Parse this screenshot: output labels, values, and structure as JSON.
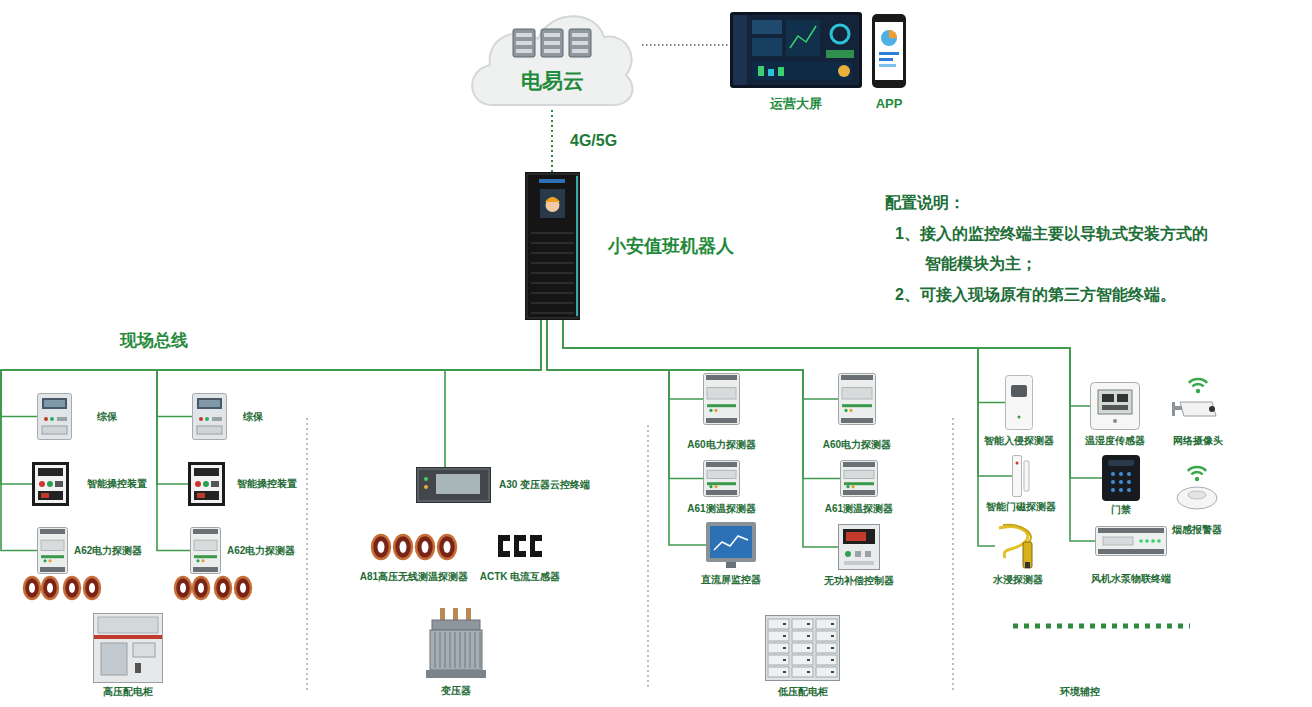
{
  "diagram": {
    "nodes": [
      {
        "text": [
          "电易云"
        ]
      },
      {
        "text": [
          "运营大屏"
        ]
      },
      {
        "text": [
          "APP"
        ]
      },
      {
        "text": [
          "小安值班机器人"
        ]
      },
      {
        "text": [
          "综保"
        ]
      },
      {
        "text": [
          "智能操控装置"
        ]
      },
      {
        "text": [
          "A62电力探测器"
        ]
      },
      {
        "text": [
          "综保"
        ]
      },
      {
        "text": [
          "智能操控装置"
        ]
      },
      {
        "text": [
          "A62电力探测器"
        ]
      },
      {
        "text": [
          "高压配电柜"
        ]
      },
      {
        "text": [
          "A30 变压器云控终端"
        ]
      },
      {
        "text": [
          "A81高压无线测温探测器"
        ]
      },
      {
        "text": [
          "ACTK 电流互感器"
        ]
      },
      {
        "text": [
          "变压器"
        ]
      },
      {
        "text": [
          "A60电力探测器"
        ]
      },
      {
        "text": [
          "A61测温探测器"
        ]
      },
      {
        "text": [
          "直流屏监控器"
        ]
      },
      {
        "text": [
          "A60电力探测器"
        ]
      },
      {
        "text": [
          "A61测温探测器"
        ]
      },
      {
        "text": [
          "无功补偿控制器"
        ]
      },
      {
        "text": [
          "低压配电柜"
        ]
      },
      {
        "text": [
          "智能入侵探测器"
        ]
      },
      {
        "text": [
          "智能门磁探测器"
        ]
      },
      {
        "text": [
          "水浸探测器"
        ]
      },
      {
        "text": [
          "温湿度传感器"
        ]
      },
      {
        "text": [
          "门禁"
        ]
      },
      {
        "text": [
          "风机水泵物联终端"
        ]
      },
      {
        "text": [
          "网络摄像头"
        ]
      },
      {
        "text": [
          "烟感报警器"
        ]
      }
    ],
    "edges": [
      {
        "from": 0,
        "to": 1,
        "arrow": "none"
      },
      {
        "from": 0,
        "to": 3,
        "label": "4G/5G",
        "arrow": "none"
      },
      {
        "from": 3,
        "to": 4,
        "arrow": "none"
      },
      {
        "from": 3,
        "to": 5,
        "arrow": "none"
      },
      {
        "from": 3,
        "to": 6,
        "arrow": "none"
      },
      {
        "from": 3,
        "to": 7,
        "arrow": "none"
      },
      {
        "from": 3,
        "to": 8,
        "arrow": "none"
      },
      {
        "from": 3,
        "to": 9,
        "arrow": "none"
      },
      {
        "from": 3,
        "to": 11,
        "arrow": "none"
      },
      {
        "from": 3,
        "to": 15,
        "arrow": "none"
      },
      {
        "from": 3,
        "to": 16,
        "arrow": "none"
      },
      {
        "from": 3,
        "to": 17,
        "arrow": "none"
      },
      {
        "from": 3,
        "to": 18,
        "arrow": "none"
      },
      {
        "from": 3,
        "to": 19,
        "arrow": "none"
      },
      {
        "from": 3,
        "to": 20,
        "arrow": "none"
      },
      {
        "from": 3,
        "to": 22,
        "arrow": "none"
      },
      {
        "from": 3,
        "to": 23,
        "arrow": "none"
      },
      {
        "from": 3,
        "to": 24,
        "arrow": "none"
      },
      {
        "from": 3,
        "to": 25,
        "arrow": "none"
      },
      {
        "from": 3,
        "to": 26,
        "arrow": "none"
      },
      {
        "from": 3,
        "to": 27,
        "arrow": "none"
      }
    ],
    "labels": [
      "配置说明：",
      "1、接入的监控终端主要以导轨式安装方式的智能模块为主；",
      "2、可接入现场原有的第三方智能终端。",
      "现场总线",
      "环境辅控"
    ]
  }
}
